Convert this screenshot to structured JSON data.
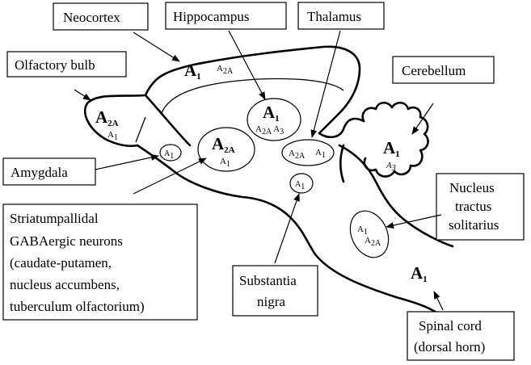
{
  "labels": {
    "neocortex": "Neocortex",
    "hippocampus": "Hippocampus",
    "thalamus": "Thalamus",
    "olfactory_bulb": "Olfactory bulb",
    "cerebellum": "Cerebellum",
    "amygdala": "Amygdala",
    "nucleus_tractus_solitarius": [
      "Nucleus",
      "tractus",
      "solitarius"
    ],
    "striatum": [
      "Striatumpallidal",
      "GABAergic neurons",
      "(caudate-putamen,",
      "nucleus accumbens,",
      "tuberculum olfactorium)"
    ],
    "substantia_nigra": [
      "Substantia",
      "nigra"
    ],
    "spinal_cord": [
      "Spinal cord",
      "(dorsal horn)"
    ]
  },
  "receptors": {
    "neocortex_main": "A",
    "neocortex_main_sub": "1",
    "neocortex_minor": "A",
    "neocortex_minor_sub": "2A",
    "olfactory_main": "A",
    "olfactory_main_sub": "2A",
    "olfactory_minor": "A",
    "olfactory_minor_sub": "1",
    "amygdala": "A",
    "amygdala_sub": "1",
    "striatum_main": "A",
    "striatum_main_sub": "2A",
    "striatum_minor": "A",
    "striatum_minor_sub": "1",
    "hippocampus_main": "A",
    "hippocampus_main_sub": "1",
    "hippocampus_minor1": "A",
    "hippocampus_minor1_sub": "2A",
    "hippocampus_minor2": "A",
    "hippocampus_minor2_sub": "3",
    "thalamus_1": "A",
    "thalamus_1_sub": "2A",
    "thalamus_2": "A",
    "thalamus_2_sub": "1",
    "nigra": "A",
    "nigra_sub": "1",
    "cerebellum_main": "A",
    "cerebellum_main_sub": "1",
    "cerebellum_minor": "A",
    "cerebellum_minor_sub": "3",
    "nts_1": "A",
    "nts_1_sub": "1",
    "nts_2": "A",
    "nts_2_sub": "2A",
    "spinal": "A",
    "spinal_sub": "1"
  }
}
